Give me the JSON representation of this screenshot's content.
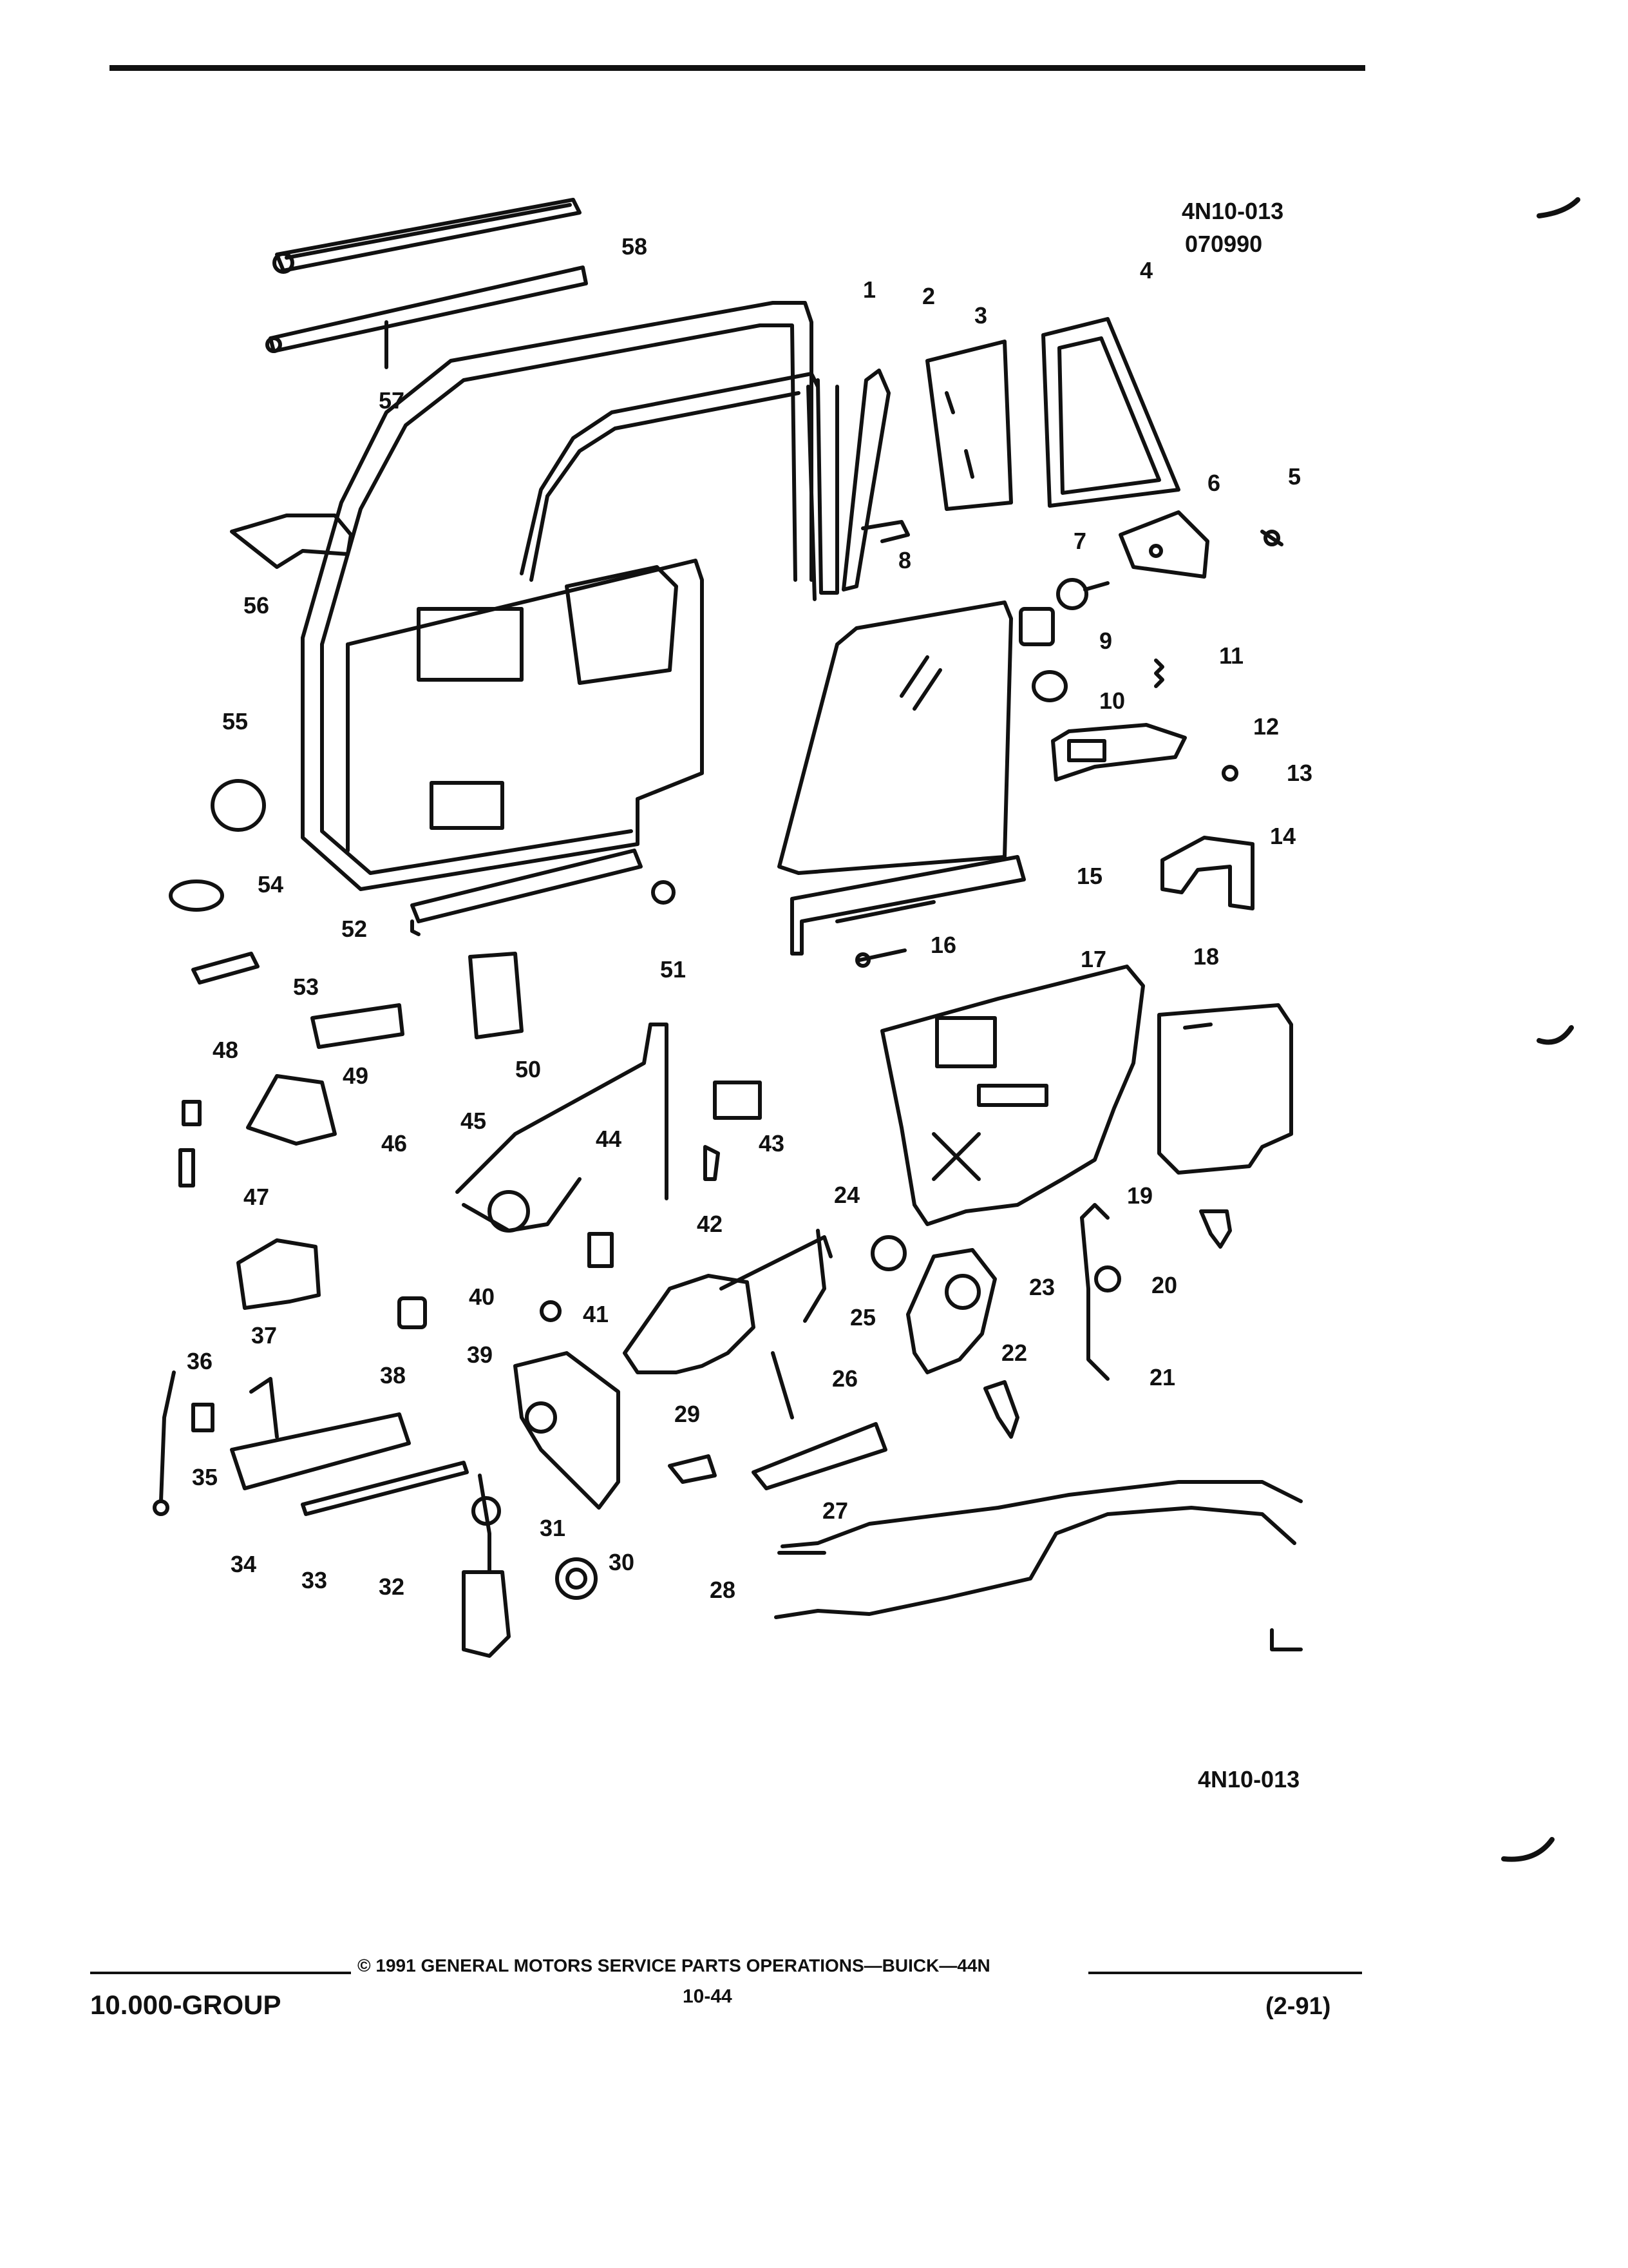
{
  "header": {
    "reference_code": "4N10-013",
    "reference_date": "070990"
  },
  "diagram_ref_bottom": "4N10-013",
  "callouts": [
    {
      "n": "1"
    },
    {
      "n": "2"
    },
    {
      "n": "3"
    },
    {
      "n": "4"
    },
    {
      "n": "5"
    },
    {
      "n": "6"
    },
    {
      "n": "7"
    },
    {
      "n": "8"
    },
    {
      "n": "9"
    },
    {
      "n": "10"
    },
    {
      "n": "11"
    },
    {
      "n": "12"
    },
    {
      "n": "13"
    },
    {
      "n": "14"
    },
    {
      "n": "15"
    },
    {
      "n": "16"
    },
    {
      "n": "17"
    },
    {
      "n": "18"
    },
    {
      "n": "19"
    },
    {
      "n": "20"
    },
    {
      "n": "21"
    },
    {
      "n": "22"
    },
    {
      "n": "23"
    },
    {
      "n": "24"
    },
    {
      "n": "25"
    },
    {
      "n": "26"
    },
    {
      "n": "27"
    },
    {
      "n": "28"
    },
    {
      "n": "29"
    },
    {
      "n": "30"
    },
    {
      "n": "31"
    },
    {
      "n": "32"
    },
    {
      "n": "33"
    },
    {
      "n": "34"
    },
    {
      "n": "35"
    },
    {
      "n": "36"
    },
    {
      "n": "37"
    },
    {
      "n": "38"
    },
    {
      "n": "39"
    },
    {
      "n": "40"
    },
    {
      "n": "41"
    },
    {
      "n": "42"
    },
    {
      "n": "43"
    },
    {
      "n": "44"
    },
    {
      "n": "45"
    },
    {
      "n": "46"
    },
    {
      "n": "47"
    },
    {
      "n": "48"
    },
    {
      "n": "49"
    },
    {
      "n": "50"
    },
    {
      "n": "51"
    },
    {
      "n": "52"
    },
    {
      "n": "53"
    },
    {
      "n": "54"
    },
    {
      "n": "55"
    },
    {
      "n": "56"
    },
    {
      "n": "57"
    },
    {
      "n": "58"
    }
  ],
  "footer": {
    "group": "10.000-GROUP",
    "copyright": "© 1991 GENERAL MOTORS SERVICE PARTS OPERATIONS—BUICK—44N",
    "page": "10-44",
    "revision": "(2-91)"
  }
}
